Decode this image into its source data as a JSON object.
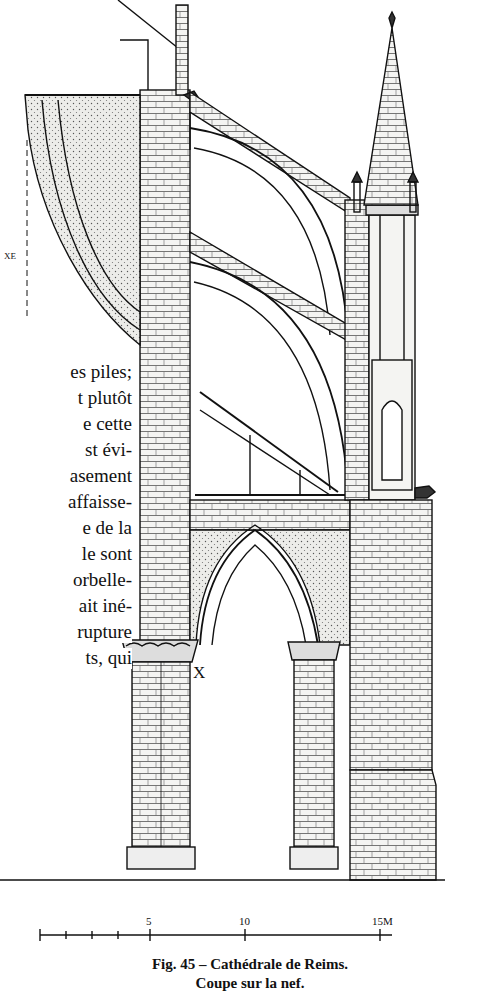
{
  "diagram": {
    "caption": "Fig. 45 – Cathédrale de Reims. Coupe sur la nef.",
    "labels": [
      "es piles;",
      "t plutôt",
      "e cette",
      "st évi-",
      "asement",
      "affaisse-",
      "e de la",
      "le sont",
      "orbelle-",
      "ait iné-",
      "rupture",
      "ts, qui",
      "XE",
      "X",
      "5",
      "10",
      "15M"
    ]
  }
}
